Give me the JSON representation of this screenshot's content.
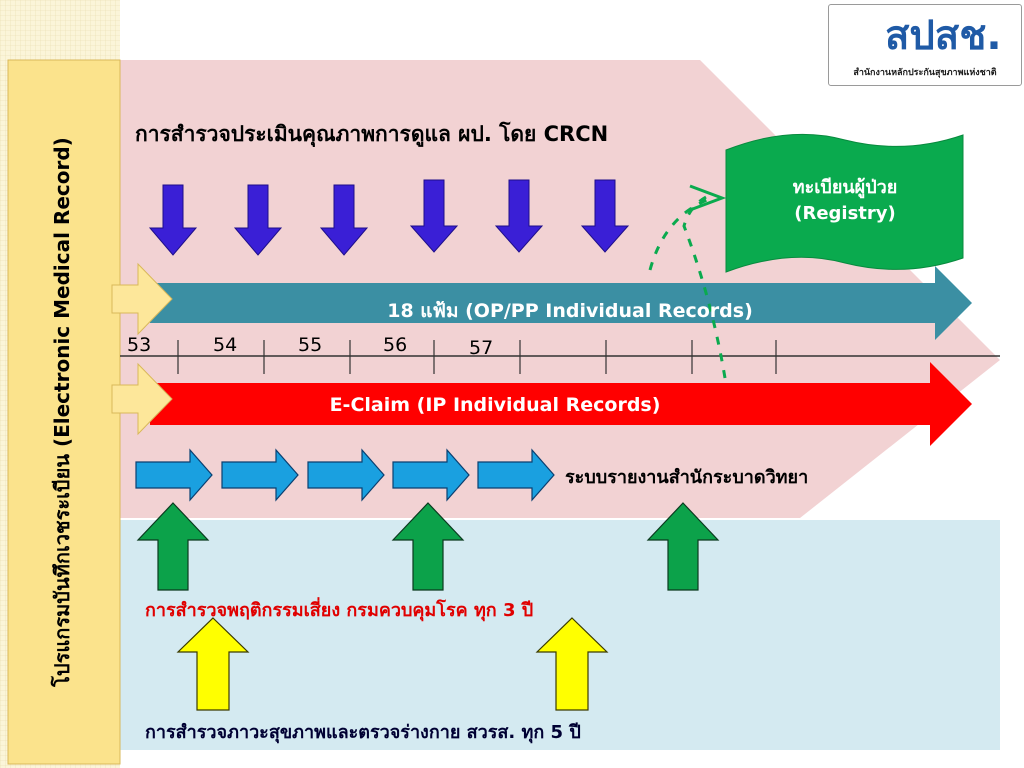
{
  "logo": {
    "name": "สปสช.",
    "subtitle": "สำนักงานหลักประกันสุขภาพแห่งชาติ"
  },
  "vertical_bar": {
    "label": "โปรแกรมบันทึกเวชระเบียน (Electronic Medical Record)"
  },
  "survey_crcn": {
    "label": "การสำรวจประเมินคุณภาพการดูแล ผป.  โดย CRCN"
  },
  "registry": {
    "line1": "ทะเบียนผู้ป่วย",
    "line2": "(Registry)"
  },
  "band_op": {
    "label": "18 แฟ้ม  (OP/PP Individual Records)"
  },
  "band_eclaim": {
    "label": "E-Claim (IP Individual Records)"
  },
  "timeline": {
    "years": [
      "53",
      "54",
      "55",
      "56",
      "57"
    ]
  },
  "epidemiology": {
    "label": "ระบบรายงานสำนักระบาดวิทยา"
  },
  "survey_risk": {
    "label": "การสำรวจพฤติกรรมเสี่ยง กรมควบคุมโรค ทุก 3 ปี"
  },
  "survey_health": {
    "label": "การสำรวจภาวะสุขภาพและตรวจร่างกาย สวรส. ทุก 5 ปี"
  },
  "colors": {
    "pink_zone": "#f2d2d3",
    "blue_zone": "#d4eaf1",
    "down_arrow": "#3a1fd6",
    "teal_band": "#3b8fa3",
    "red_band": "#ff0000",
    "small_arrow": "#1aa0e0",
    "green_arrow": "#0ca24a",
    "yellow_arrow": "#ffff00",
    "registry_bg": "#0aaa4e",
    "vbar_bg": "#fbe38c"
  }
}
